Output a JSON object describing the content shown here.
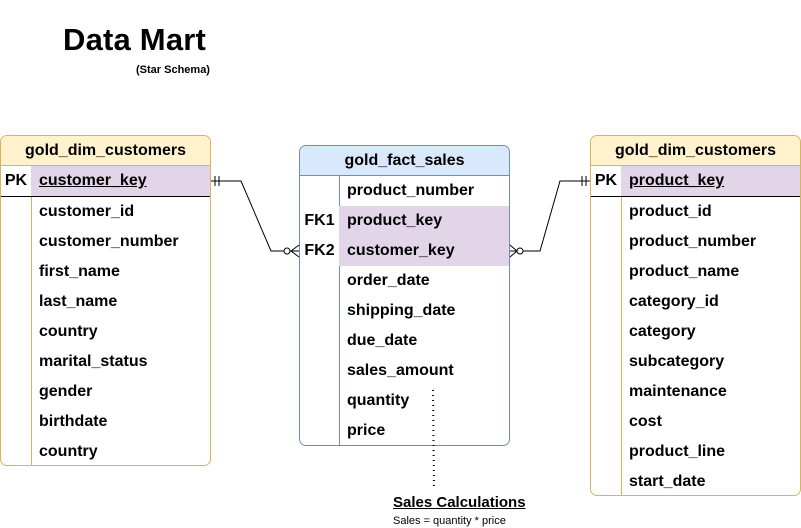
{
  "diagram": {
    "title": "Data Mart",
    "subtitle": "(Star Schema)"
  },
  "customers": {
    "name": "gold_dim_customers",
    "rows": [
      {
        "key": "PK",
        "field": "customer_key"
      },
      {
        "key": "",
        "field": "customer_id"
      },
      {
        "key": "",
        "field": "customer_number"
      },
      {
        "key": "",
        "field": "first_name"
      },
      {
        "key": "",
        "field": "last_name"
      },
      {
        "key": "",
        "field": "country"
      },
      {
        "key": "",
        "field": "marital_status"
      },
      {
        "key": "",
        "field": "gender"
      },
      {
        "key": "",
        "field": "birthdate"
      },
      {
        "key": "",
        "field": "country"
      }
    ]
  },
  "sales": {
    "name": "gold_fact_sales",
    "rows": [
      {
        "key": "",
        "field": "product_number"
      },
      {
        "key": "FK1",
        "field": "product_key"
      },
      {
        "key": "FK2",
        "field": "customer_key"
      },
      {
        "key": "",
        "field": "order_date"
      },
      {
        "key": "",
        "field": "shipping_date"
      },
      {
        "key": "",
        "field": "due_date"
      },
      {
        "key": "",
        "field": "sales_amount"
      },
      {
        "key": "",
        "field": "quantity"
      },
      {
        "key": "",
        "field": "price"
      }
    ]
  },
  "products": {
    "name": "gold_dim_customers",
    "rows": [
      {
        "key": "PK",
        "field": "product_key"
      },
      {
        "key": "",
        "field": "product_id"
      },
      {
        "key": "",
        "field": "product_number"
      },
      {
        "key": "",
        "field": "product_name"
      },
      {
        "key": "",
        "field": "category_id"
      },
      {
        "key": "",
        "field": "category"
      },
      {
        "key": "",
        "field": "subcategory"
      },
      {
        "key": "",
        "field": "maintenance"
      },
      {
        "key": "",
        "field": "cost"
      },
      {
        "key": "",
        "field": "product_line"
      },
      {
        "key": "",
        "field": "start_date"
      }
    ]
  },
  "note": {
    "title": "Sales Calculations",
    "text": "Sales = quantity * price"
  },
  "colors": {
    "dim_header": "#fff2cc",
    "dim_border": "#d6b656",
    "fact_header": "#dae8fc",
    "fact_border": "#6c8ebf",
    "key_highlight": "#e1d5e7"
  }
}
